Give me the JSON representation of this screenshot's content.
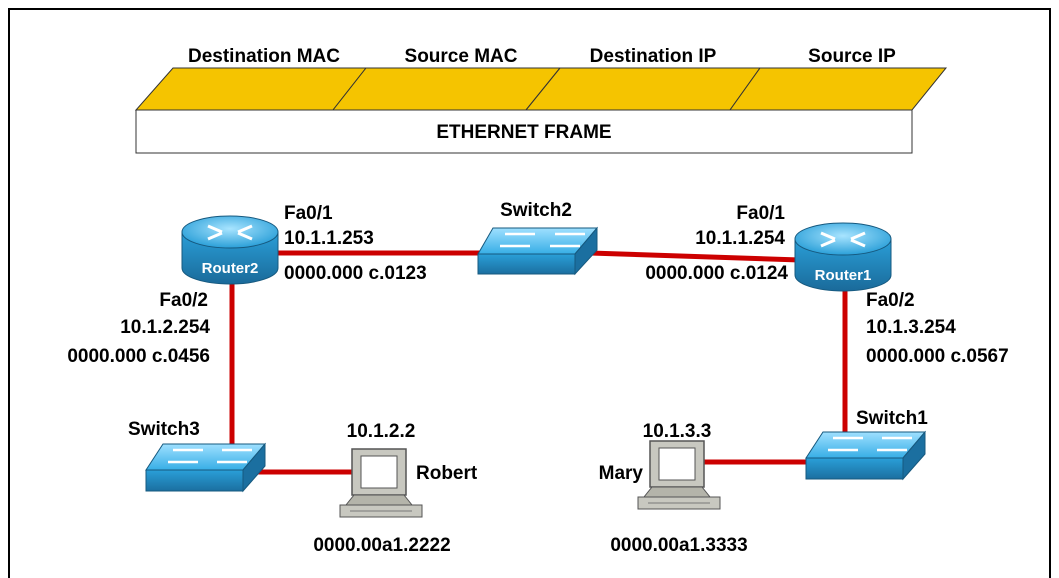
{
  "frame_fields": [
    "Destination MAC",
    "Source MAC",
    "Destination IP",
    "Source IP"
  ],
  "frame_title": "ETHERNET FRAME",
  "router2": {
    "name": "Router2",
    "fa01": {
      "iface": "Fa0/1",
      "ip": "10.1.1.253",
      "mac": "0000.000 c.0123"
    },
    "fa02": {
      "iface": "Fa0/2",
      "ip": "10.1.2.254",
      "mac": "0000.000 c.0456"
    }
  },
  "router1": {
    "name": "Router1",
    "fa01": {
      "iface": "Fa0/1",
      "ip": "10.1.1.254",
      "mac": "0000.000 c.0124"
    },
    "fa02": {
      "iface": "Fa0/2",
      "ip": "10.1.3.254",
      "mac": "0000.000 c.0567"
    }
  },
  "switch1": {
    "name": "Switch1"
  },
  "switch2": {
    "name": "Switch2"
  },
  "switch3": {
    "name": "Switch3"
  },
  "robert": {
    "name": "Robert",
    "ip": "10.1.2.2",
    "mac": "0000.00a1.2222"
  },
  "mary": {
    "name": "Mary",
    "ip": "10.1.3.3",
    "mac": "0000.00a1.3333"
  },
  "colors": {
    "link": "#cc0000",
    "frame_field": "#f5c400",
    "device_blue": "#2a9fd8",
    "pc_gray": "#c8c8c0"
  }
}
